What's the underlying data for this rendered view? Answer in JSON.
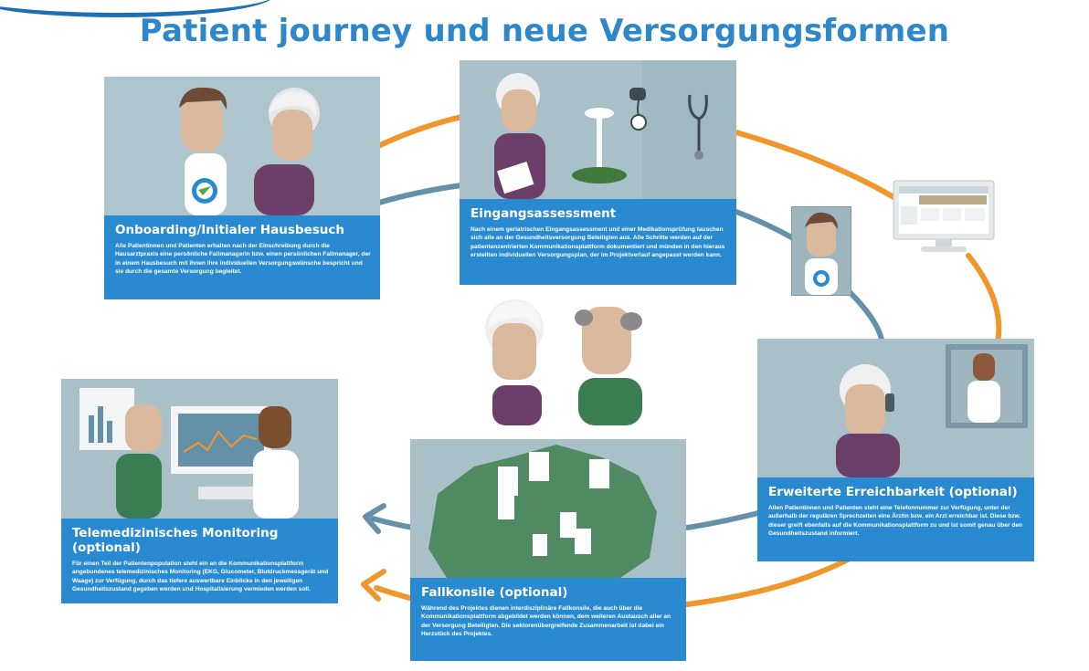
{
  "title": "Patient journey und neue Versorgungsformen",
  "colors": {
    "accent_blue": "#2a8ad1",
    "title_blue": "#2e87c8",
    "orange": "#f0962b",
    "steel": "#6591a8",
    "scene": "#a9c0c9"
  },
  "cards": [
    {
      "heading": "Onboarding/Initialer Hausbesuch",
      "text": "Alle Patientinnen und Patienten erhalten nach der Einschreibung durch die Hausarztpraxis eine persönliche Fallmanagerin bzw. einen persönlichen Fallmanager, der in einem Hausbesuch mit ihnen ihre individuellen Versorgungswünsche bespricht und sie durch die gesamte Versorgung begleitet."
    },
    {
      "heading": "Eingangsassessment",
      "text": "Nach einem geriatrischen Eingangsassessment und einer Medikationsprüfung tauschen sich alle an der Gesundheitsversorgung Beteiligten aus. Alle Schritte werden auf der patientenzentrierten Kommunikationsplattform dokumentiert und münden in den hieraus erstellten individuellen Versorgungsplan, der im Projektverlauf angepasst werden kann."
    },
    {
      "heading": "Erweiterte Erreichbarkeit (optional)",
      "text": "Allen Patientinnen und Patienten steht eine Telefonnummer zur Verfügung, unter der außerhalb der regulären Sprechzeiten eine Ärztin bzw. ein Arzt erreichbar ist. Diese bzw. dieser greift ebenfalls auf die Kommunikationsplattform zu und ist somit genau über den Gesundheitszustand informiert."
    },
    {
      "heading": "Fallkonsile (optional)",
      "text": "Während des Projektes dienen interdisziplinäre Fallkonsile, die auch über die Kommunikationsplattform abgebildet werden können, dem weiteren Austausch aller an der Versorgung Beteiligten. Die sektorenübergreifende Zusammenarbeit ist dabei ein Herzstück des Projektes."
    },
    {
      "heading": "Telemedizinisches Monitoring (optional)",
      "text": "Für einen Teil der Patientenpopulation steht ein an die Kommunikationsplattform angebundenes telemedizinisches Monitoring (EKG, Glucometer, Blutdruckmessgerät und Waage) zur Verfügung, durch das tiefere auswertbare Einblicke in den jeweiligen Gesundheitszustand gegeben werden und Hospitalisierung vermieden werden soll."
    }
  ]
}
